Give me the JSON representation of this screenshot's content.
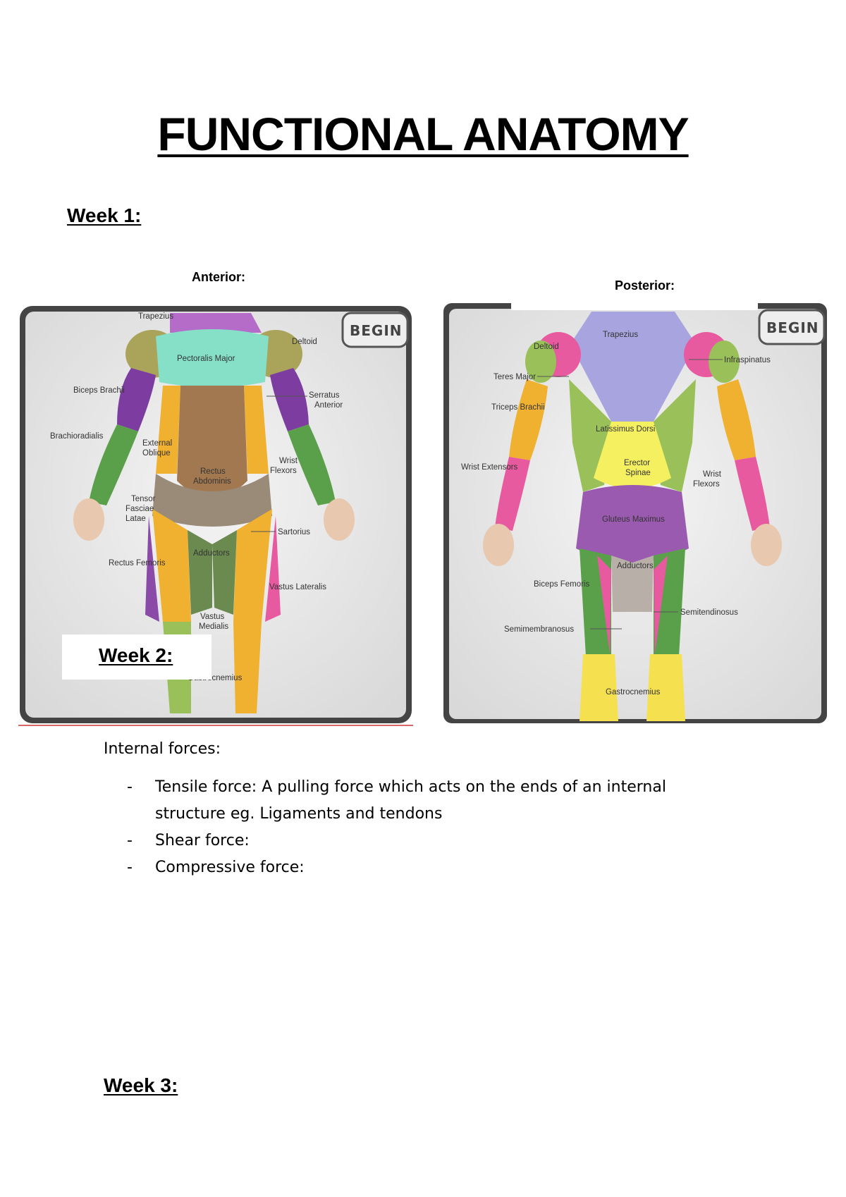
{
  "title": "FUNCTIONAL ANATOMY",
  "weeks": {
    "week1": "Week 1:",
    "week2": "Week 2:",
    "week3": "Week 3:"
  },
  "anterior": {
    "label": "Anterior:",
    "button": "BEGIN",
    "muscles": {
      "trapezius": "Trapezius",
      "deltoid": "Deltoid",
      "pectoralis": "Pectoralis Major",
      "biceps": "Biceps Brachii",
      "serratus1": "Serratus",
      "serratus2": "Anterior",
      "brachioradialis": "Brachioradialis",
      "external1": "External",
      "external2": "Oblique",
      "wrist1": "Wrist",
      "wrist2": "Flexors",
      "rectus1": "Rectus",
      "rectus2": "Abdominis",
      "tensor1": "Tensor",
      "tensor2": "Fasciae",
      "tensor3": "Latae",
      "sartorius": "Sartorius",
      "adductors": "Adductors",
      "rectusfemoris": "Rectus Femoris",
      "vastuslat": "Vastus Lateralis",
      "vastusmed1": "Vastus",
      "vastusmed2": "Medialis",
      "gastro": "Gastrocnemius"
    }
  },
  "posterior": {
    "label": "Posterior:",
    "button": "BEGIN",
    "muscles": {
      "trapezius": "Trapezius",
      "deltoid": "Deltoid",
      "infraspinatus": "Infraspinatus",
      "teres": "Teres Major",
      "triceps": "Triceps Brachii",
      "latissimus": "Latissimus Dorsi",
      "wristext": "Wrist Extensors",
      "erector1": "Erector",
      "erector2": "Spinae",
      "wrist1": "Wrist",
      "wrist2": "Flexors",
      "gluteus": "Gluteus Maximus",
      "adductors": "Adductors",
      "biceps": "Biceps Femoris",
      "semiten": "Semitendinosus",
      "semimem": "Semimembranosus",
      "gastro": "Gastrocnemius"
    }
  },
  "internal_forces": {
    "heading": "Internal forces:",
    "bullets": [
      {
        "dash": "-",
        "text": "Tensile force: A pulling force which acts on the ends of an internal structure eg. Ligaments and tendons"
      },
      {
        "dash": "-",
        "text": "Shear force:"
      },
      {
        "dash": "-",
        "text": "Compressive force:"
      }
    ]
  }
}
